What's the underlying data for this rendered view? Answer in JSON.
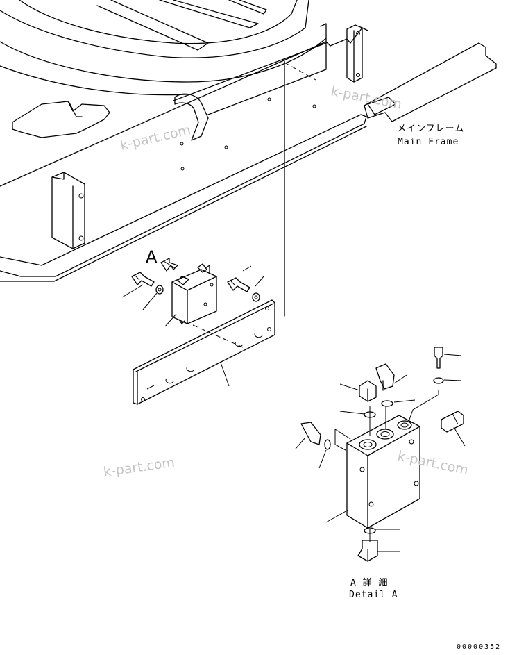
{
  "labels": {
    "main_frame_ja": "メインフレーム",
    "main_frame_en": "Main Frame",
    "callout_letter": "A",
    "detail_ja": "A 詳 細",
    "detail_en": "Detail A",
    "figure_number": "00000352"
  },
  "watermarks": [
    "k-part.com",
    "k-part.com",
    "k-part.com",
    "k-part.com"
  ]
}
